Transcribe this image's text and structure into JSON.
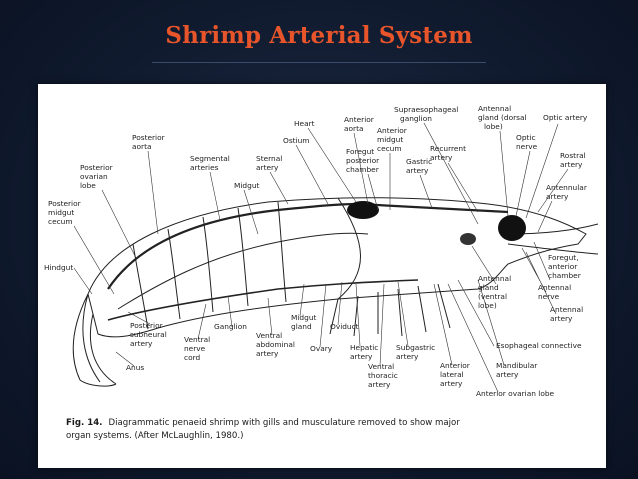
{
  "slide": {
    "title": "Shrimp Arterial System"
  },
  "figure": {
    "fig_number": "Fig. 14.",
    "caption_line1": "Diagrammatic penaeid shrimp with gills and musculature removed to show major",
    "caption_line2": "organ systems. (After McLaughlin, 1980.)",
    "labels": {
      "heart": "Heart",
      "anterior_aorta_1": "Anterior",
      "anterior_aorta_2": "aorta",
      "supraesophageal_1": "Supraesophageal",
      "supraesophageal_2": "ganglion",
      "antennal_gland_1": "Antennal",
      "antennal_gland_2": "gland (dorsal",
      "antennal_gland_3": "lobe)",
      "optic_artery": "Optic artery",
      "optic_nerve_1": "Optic",
      "optic_nerve_2": "nerve",
      "anterior_midgut_1": "Anterior",
      "anterior_midgut_2": "midgut",
      "anterior_midgut_3": "cecum",
      "recurrent_1": "Recurrent",
      "recurrent_2": "artery",
      "posterior_aorta_1": "Posterior",
      "posterior_aorta_2": "aorta",
      "ostium": "Ostium",
      "foregut_post_1": "Foregut",
      "foregut_post_2": "posterior",
      "foregut_post_3": "chamber",
      "gastric_1": "Gastric",
      "gastric_2": "artery",
      "rostral_1": "Rostral",
      "rostral_2": "artery",
      "segmental_1": "Segmental",
      "segmental_2": "arteries",
      "sternal_1": "Sternal",
      "sternal_2": "artery",
      "posterior_ovarian_1": "Posterior",
      "posterior_ovarian_2": "ovarian",
      "posterior_ovarian_3": "lobe",
      "midgut": "Midgut",
      "antennular_1": "Antennular",
      "antennular_2": "artery",
      "posterior_midgut_1": "Posterior",
      "posterior_midgut_2": "midgut",
      "posterior_midgut_3": "cecum",
      "hindgut": "Hindgut",
      "foregut_ant_1": "Foregut,",
      "foregut_ant_2": "anterior",
      "foregut_ant_3": "chamber",
      "antennal_gland_v_1": "Antennal",
      "antennal_gland_v_2": "gland",
      "antennal_gland_v_3": "(ventral",
      "antennal_gland_v_4": "lobe)",
      "antennal_nerve_1": "Antennal",
      "antennal_nerve_2": "nerve",
      "antennal_artery_1": "Antennal",
      "antennal_artery_2": "artery",
      "post_subneural_1": "Posterior",
      "post_subneural_2": "subneural",
      "post_subneural_3": "artery",
      "ganglion": "Ganglion",
      "midgut_gland_1": "Midgut",
      "midgut_gland_2": "gland",
      "oviduct": "Oviduct",
      "ventral_nerve_1": "Ventral",
      "ventral_nerve_2": "nerve",
      "ventral_nerve_3": "cord",
      "ventral_abd_1": "Ventral",
      "ventral_abd_2": "abdominal",
      "ventral_abd_3": "artery",
      "ovary": "Ovary",
      "hepatic_1": "Hepatic",
      "hepatic_2": "artery",
      "subgastric_1": "Subgastric",
      "subgastric_2": "artery",
      "esophageal": "Esophageal  connective",
      "anus": "Anus",
      "ventral_thoracic_1": "Ventral",
      "ventral_thoracic_2": "thoracic",
      "ventral_thoracic_3": "artery",
      "anterior_lateral_1": "Anterior",
      "anterior_lateral_2": "lateral",
      "anterior_lateral_3": "artery",
      "mandibular_1": "Mandibular",
      "mandibular_2": "artery",
      "anterior_ovarian": "Anterior  ovarian  lobe"
    }
  }
}
